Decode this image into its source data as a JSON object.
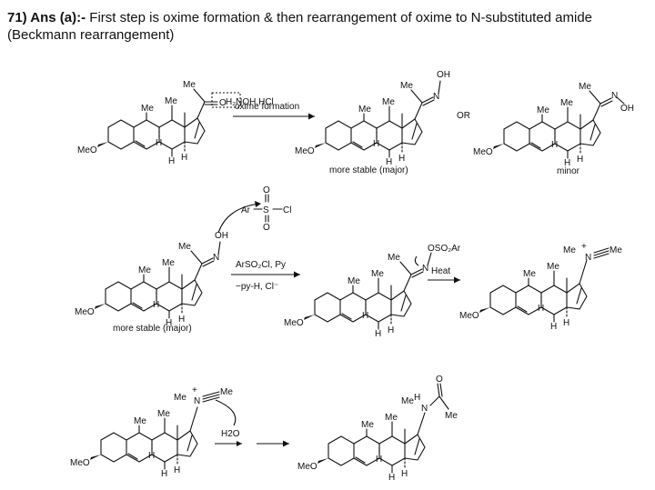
{
  "heading": {
    "number": "71) Ans (a):-",
    "text": " First step is oxime formation & then rearrangement of oxime to N-substituted amide (Beckmann rearrangement)"
  },
  "atoms": {
    "me": "Me",
    "h": "H",
    "meo": "MeO",
    "o": "O",
    "oh": "OH",
    "n": "N",
    "cl": "Cl",
    "s": "S",
    "ar": "Ar",
    "osoar": "OSO₂Ar",
    "plus": "+",
    "hn": "H",
    "reagent_hcl": "H₂NOH.HCl"
  },
  "step1": {
    "arrow_label": "oxime formation",
    "product_label": "more stable (major)",
    "or_label": "OR",
    "minor_label": "minor"
  },
  "step2": {
    "start_label": "more stable (major)",
    "reagent_top": "ArSO₂Cl, Py",
    "reagent_bottom": "−py-H, Cl⁻"
  },
  "step3": {
    "arrow_label": "Heat"
  },
  "step4": {
    "reagent": "H2O"
  }
}
